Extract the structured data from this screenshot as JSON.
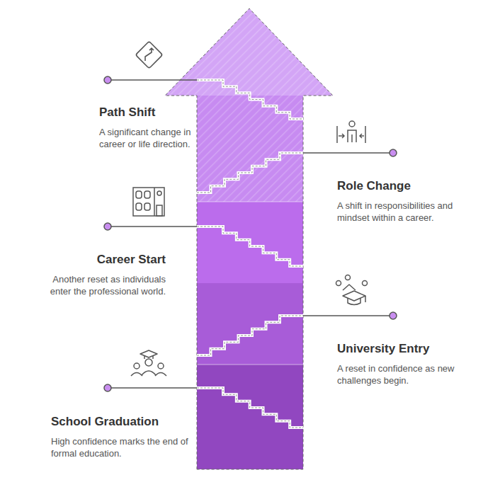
{
  "diagram": {
    "nodes": [
      {
        "text": [
          "School Graduation",
          "High confidence marks the end of formal education."
        ]
      },
      {
        "text": [
          "University Entry",
          "A reset in confidence as new challenges begin."
        ]
      },
      {
        "text": [
          "Career Start",
          "Another reset as individuals enter the professional world."
        ]
      },
      {
        "text": [
          "Role Change",
          "A shift in responsibilities and mindset within a career."
        ]
      },
      {
        "text": [
          "Path Shift",
          "A significant change in career or life direction."
        ]
      }
    ]
  }
}
